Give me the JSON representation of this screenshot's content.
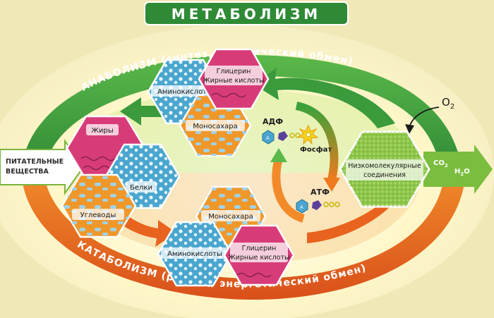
{
  "title": "МЕТАБОЛИЗМ",
  "anabolism": "АНАБОЛИЗМ (синтез, пластический обмен)",
  "catabolism": "КАТАБОЛИЗМ (распад, энергетический обмен)",
  "input_line1": "ПИТАТЕЛЬНЫЕ",
  "input_line2": "ВЕЩЕСТВА",
  "hex": {
    "fats": "Жиры",
    "proteins": "Белки",
    "carbs": "Углеводы",
    "amino_top": "Аминокислоты",
    "glycerin_top_1": "Глицерин",
    "glycerin_top_2": "Жирные кислоты",
    "mono_top": "Моносахара",
    "mono_bottom": "Моносахара",
    "amino_bottom": "Аминокислоты",
    "glycerin_bottom_1": "Глицерин",
    "glycerin_bottom_2": "Жирные кислоты",
    "lowmol_1": "Низкомолекулярные",
    "lowmol_2": "соединения"
  },
  "adp": "АДФ",
  "atp": "АТФ",
  "phosphate": "Фосфат",
  "o2": "O",
  "o2_sub": "2",
  "co2": "CO",
  "co2_sub": "2",
  "h2o_h": "H",
  "h2o_sub": "2",
  "h2o_o": "O",
  "colors": {
    "green_band": "#3a9a3c",
    "orange_band": "#e8641e",
    "pink": "#d83c78",
    "blue": "#4aa6cf",
    "orange": "#f0972a",
    "lime": "#8ec64a"
  }
}
